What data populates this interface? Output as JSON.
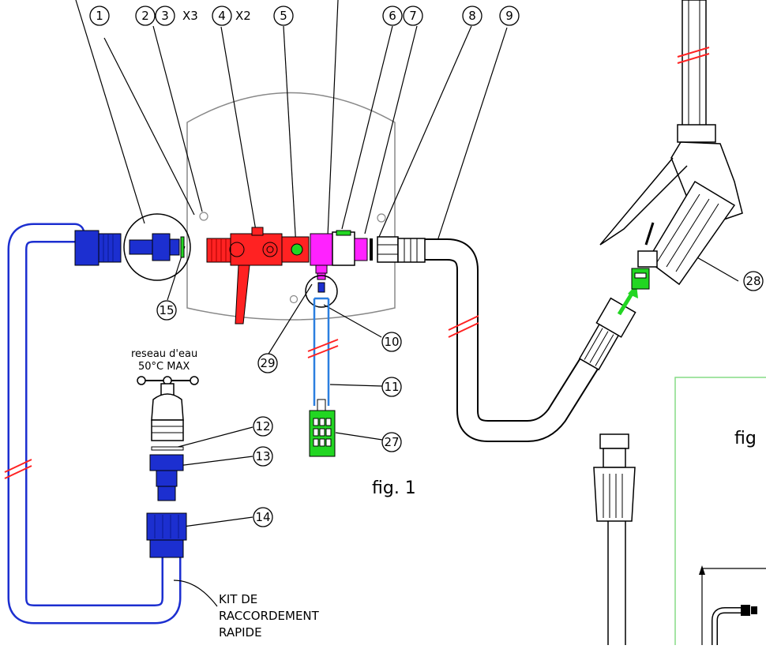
{
  "callouts": [
    "1",
    "2",
    "3",
    "4",
    "5",
    "6",
    "7",
    "8",
    "9",
    "10",
    "11",
    "12",
    "13",
    "14",
    "15",
    "27",
    "28",
    "29"
  ],
  "quantities": {
    "q3": "X3",
    "q4": "X2"
  },
  "tap_note": {
    "line1": "reseau d'eau",
    "line2": "50°C MAX"
  },
  "figures": {
    "fig1": "fig. 1",
    "fig2": "fig"
  },
  "kit_label": {
    "line1": "KIT DE",
    "line2": "RACCORDEMENT",
    "line3": "RAPIDE"
  },
  "colors": {
    "blue": "#1c2fd0",
    "red": "#ff2222",
    "magenta": "#ff22ff",
    "green": "#22d622",
    "lightblue": "#2b7fe0",
    "gray": "#777777",
    "panel": "#86dc86"
  }
}
